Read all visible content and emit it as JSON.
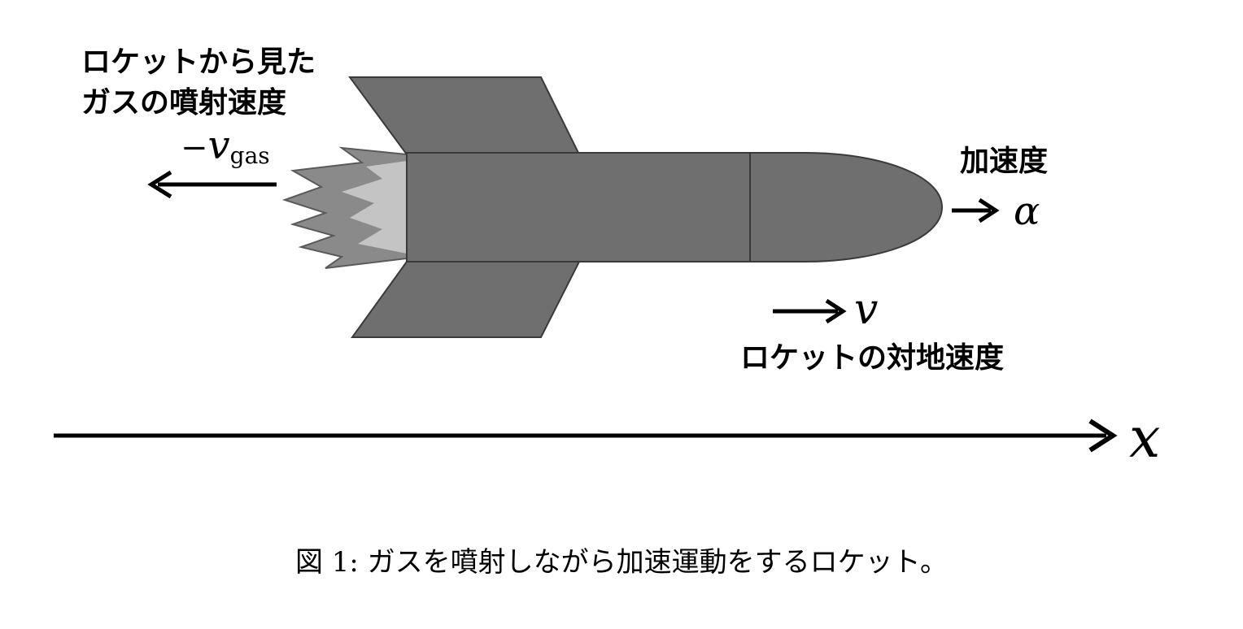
{
  "labels": {
    "gas_speed_line1": "ロケットから見た",
    "gas_speed_line2": "ガスの噴射速度",
    "gas_velocity_minus": "−",
    "gas_velocity_symbol": "v",
    "gas_velocity_subscript": "gas",
    "acceleration_label": "加速度",
    "acceleration_symbol": "α",
    "velocity_symbol": "v",
    "ground_speed_label": "ロケットの対地速度",
    "x_axis_symbol": "x"
  },
  "caption": "図 1: ガスを噴射しながら加速運動をするロケット。",
  "colors": {
    "rocket_body": "#6f6f6f",
    "rocket_outline": "#3a3a3a",
    "flame_outer": "#8a8a8a",
    "flame_inner": "#c4c4c4",
    "ink": "#000000"
  }
}
